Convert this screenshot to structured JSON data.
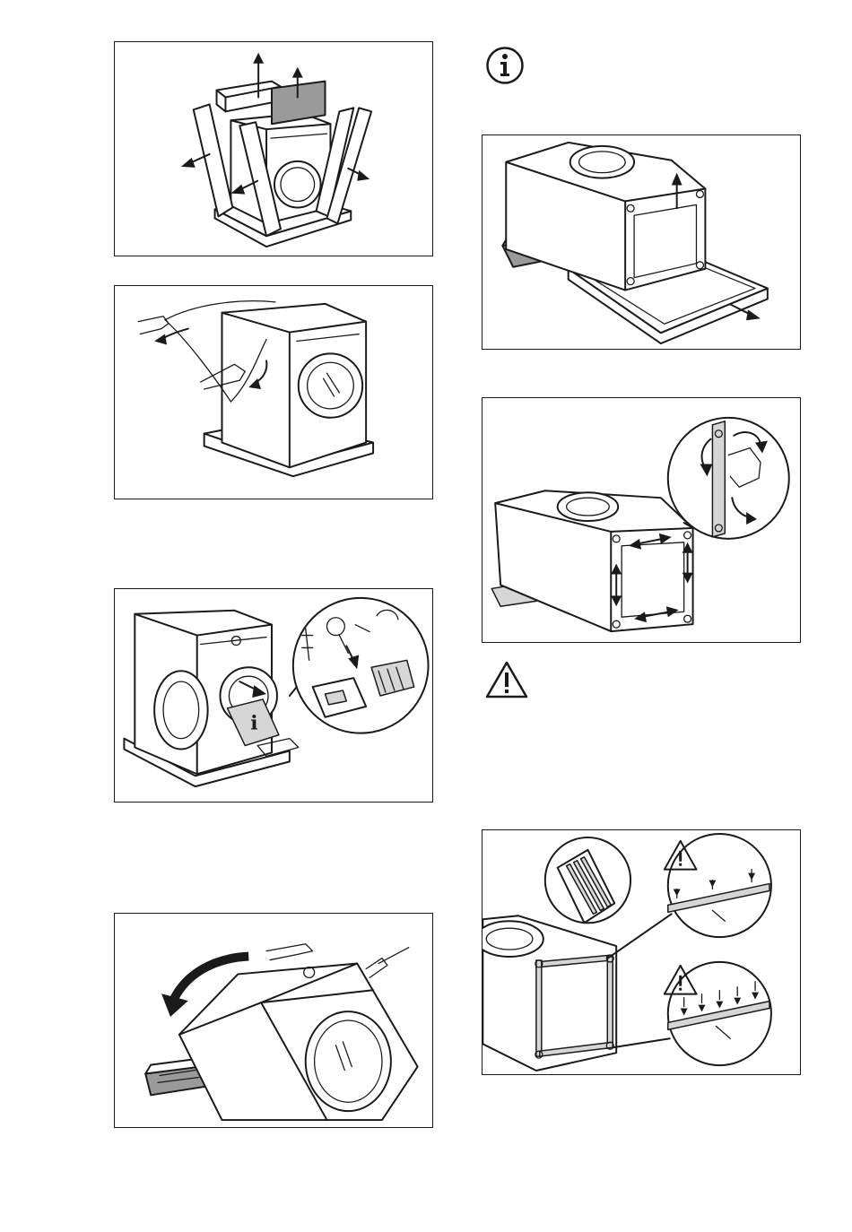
{
  "icons": {
    "info": "info-icon",
    "warning": "warning-triangle-icon"
  },
  "panels": [
    {
      "name": "remove-packaging-panel",
      "subject": "packaging-removal"
    },
    {
      "name": "remove-plastic-cover-panel",
      "subject": "plastic-cover-removal"
    },
    {
      "name": "accessories-bag-panel",
      "subject": "accessories-bag"
    },
    {
      "name": "tilt-machine-panel",
      "subject": "tilt-appliance"
    },
    {
      "name": "remove-base-panel",
      "subject": "base-removal"
    },
    {
      "name": "fix-frame-panel",
      "subject": "frame-fixing"
    },
    {
      "name": "adhesive-strips-panel",
      "subject": "adhesive-strips"
    }
  ],
  "colors": {
    "line": "#1a1a1a",
    "shade": "#9a9a9a",
    "light_shade": "#d6d6d6",
    "background": "#ffffff"
  }
}
